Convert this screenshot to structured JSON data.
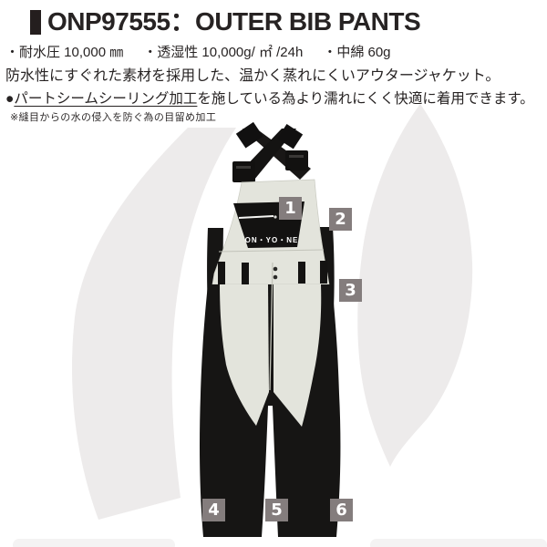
{
  "header": {
    "title": "ONP97555：OUTER BIB PANTS",
    "specs": [
      "・耐水圧 10,000 ㎜",
      "・透湿性 10,000g/ ㎡ /24h",
      "・中綿 60g"
    ],
    "description": "防水性にすぐれた素材を採用した、温かく蒸れにくいアウタージャケット。",
    "feature": {
      "bullet": "●",
      "underlined": "パートシームシーリング加工",
      "rest": "を施している為より濡れにくく快適に着用できます。"
    },
    "note": "※縫目からの水の侵入を防ぐ為の目留め加工"
  },
  "product": {
    "brand_logo": "ON・YO・NE",
    "callouts": [
      {
        "label": "1"
      },
      {
        "label": "2"
      },
      {
        "label": "3"
      },
      {
        "label": "4"
      },
      {
        "label": "5"
      },
      {
        "label": "6"
      }
    ]
  },
  "colors": {
    "accent_bar": "#241e1e",
    "text": "#272323",
    "callout_bg": "#847d7d",
    "callout_text": "#ffffff",
    "watermark": "#edebeb",
    "pants_light": "#e3e4dc",
    "pants_dark": "#161616"
  }
}
